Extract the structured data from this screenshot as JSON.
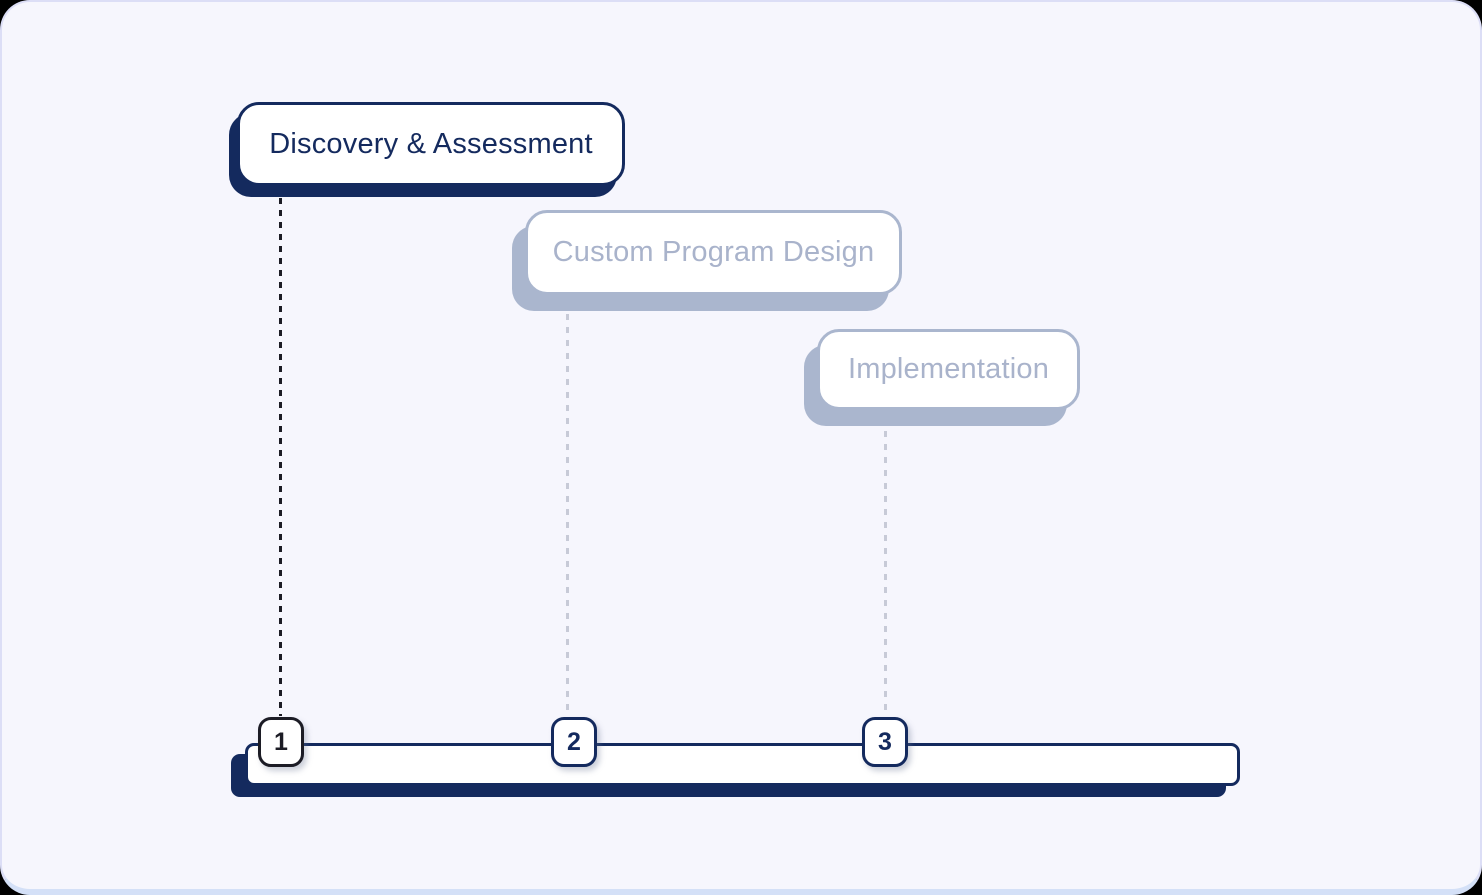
{
  "colors": {
    "navy": "#142a5e",
    "dark": "#1c1c25",
    "muted-border": "#aab6ce",
    "muted-text": "#a9b3cb",
    "card-bg": "#f6f6fd",
    "card-border": "#dcdef6",
    "card-border-bottom": "#d4e0f7",
    "box-bg": "#ffffff",
    "connector-light": "#c7cad7"
  },
  "stages": [
    {
      "label": "Discovery & Assessment",
      "number": "1",
      "state": "active"
    },
    {
      "label": "Custom Program Design",
      "number": "2",
      "state": "upcoming"
    },
    {
      "label": "Implementation",
      "number": "3",
      "state": "upcoming"
    }
  ]
}
